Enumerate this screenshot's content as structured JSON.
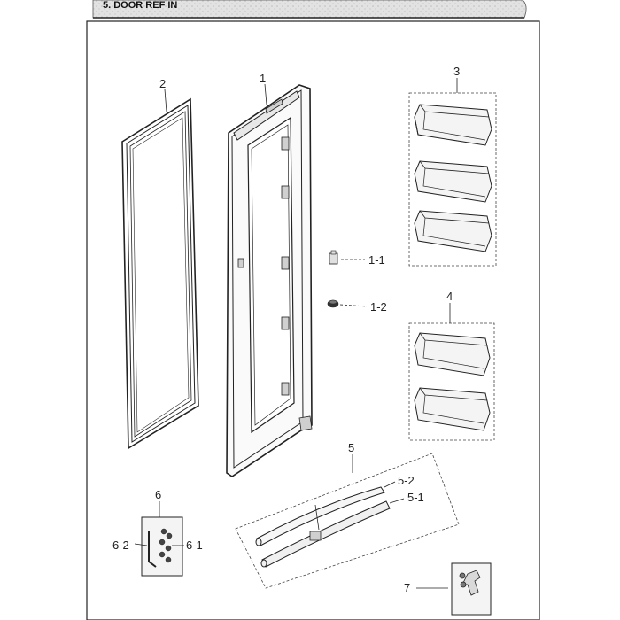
{
  "header": {
    "section_title": "5. DOOR REF IN"
  },
  "parts": {
    "door_frame": "1",
    "hinge_part": "1-1",
    "cap_part": "1-2",
    "gasket": "2",
    "guard_set_large": "3",
    "guard_set_small": "4",
    "handle_set": "5",
    "handle_body": "5-1",
    "handle_cover": "5-2",
    "screw_kit": "6",
    "screws": "6-1",
    "allen_key": "6-2",
    "wrench_kit": "7"
  },
  "colors": {
    "line": "#2a2a2a",
    "header_band": "#d8d8d8",
    "part_fill": "#f2f2f2"
  }
}
